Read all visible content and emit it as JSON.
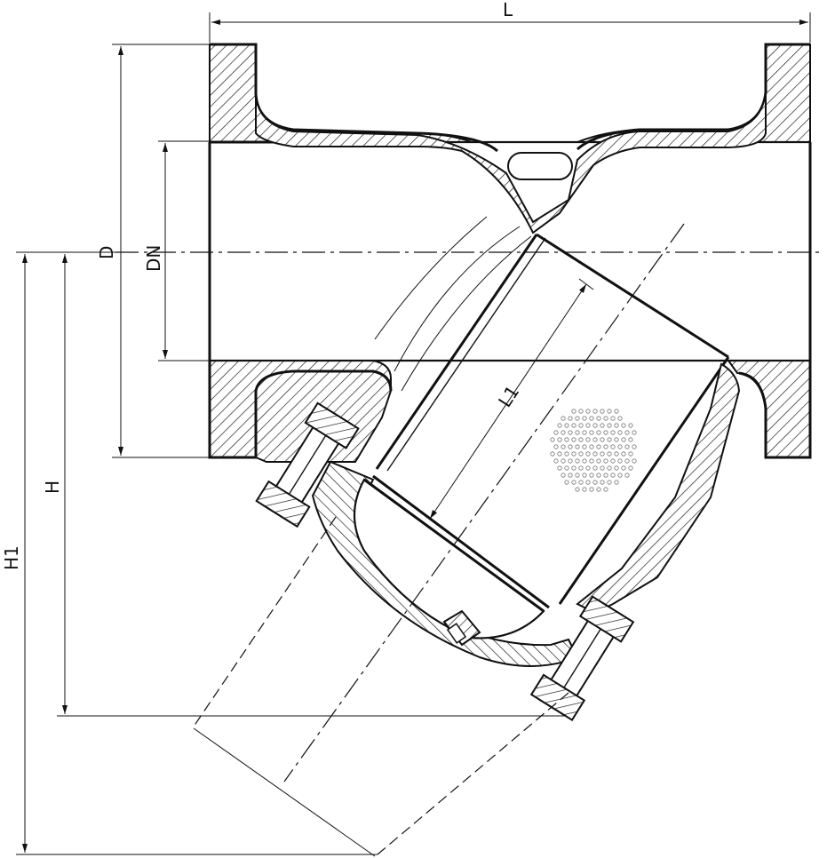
{
  "dimensions": {
    "L": "L",
    "D": "D",
    "DN": "DN",
    "L1": "L1",
    "H": "H",
    "H1": "H1"
  }
}
